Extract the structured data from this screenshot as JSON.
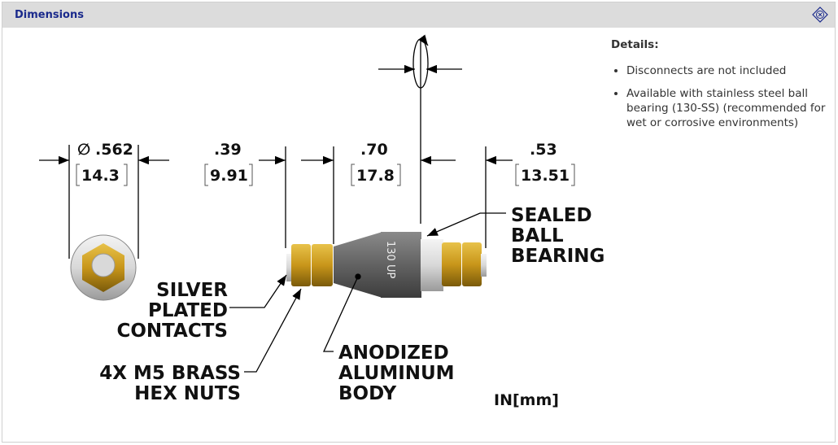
{
  "header": {
    "title": "Dimensions",
    "collapse_icon": "diamond-x-icon"
  },
  "details": {
    "title": "Details:",
    "items": [
      "Disconnects are not included",
      "Available with stainless steel ball bearing (130-SS) (recommended for wet or corrosive environments)"
    ]
  },
  "drawing": {
    "dims": [
      {
        "in": ".562",
        "mm": "14.3",
        "prefix": "∅"
      },
      {
        "in": ".39",
        "mm": "9.91"
      },
      {
        "in": ".70",
        "mm": "17.8"
      },
      {
        "in": ".53",
        "mm": "13.51"
      }
    ],
    "body_marking": "130 UP",
    "labels": {
      "bearing": [
        "SEALED",
        "BALL",
        "BEARING"
      ],
      "contacts": [
        "SILVER",
        "PLATED",
        "CONTACTS"
      ],
      "nuts": [
        "4X M5 BRASS",
        "HEX NUTS"
      ],
      "body": [
        "ANODIZED",
        "ALUMINUM",
        "BODY"
      ],
      "units": "IN[mm]"
    }
  }
}
